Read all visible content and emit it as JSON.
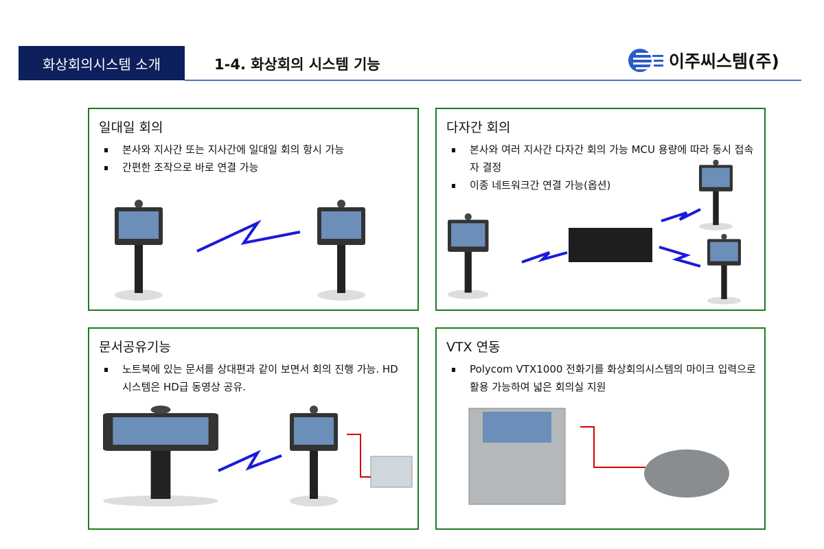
{
  "header": {
    "section": "화상회의시스템 소개",
    "title": "1-4. 화상회의 시스템 기능",
    "logo": "이주씨스템(주)"
  },
  "panels": [
    {
      "title": "일대일 회의",
      "bullets": [
        "본사와 지사간 또는 지사간에 일대일 회의 항시 가능",
        "간편한 조작으로 바로 연결 가능"
      ]
    },
    {
      "title": "다자간 회의",
      "bullets": [
        "본사와 여러 지사간 다자간 회의 가능 MCU 용량에 따라 동시 접속자 결정",
        "이종 네트워크간 연결 가능(옵션)"
      ]
    },
    {
      "title": "문서공유기능",
      "bullets": [
        "노트북에 있는 문서를 상대편과 같이 보면서 회의 진행 가능. HD시스템은 HD급 동영상 공유."
      ]
    },
    {
      "title": "VTX 연동",
      "bullets": [
        "Polycom VTX1000 전화기를 화상회의시스템의 마이크  입력으로 활용 가능하여 넓은 회의실 지원"
      ]
    }
  ],
  "colors": {
    "navy": "#0d1f5c",
    "border": "#1f7a1f",
    "link": "#1a1adb",
    "cable": "#d40000"
  }
}
